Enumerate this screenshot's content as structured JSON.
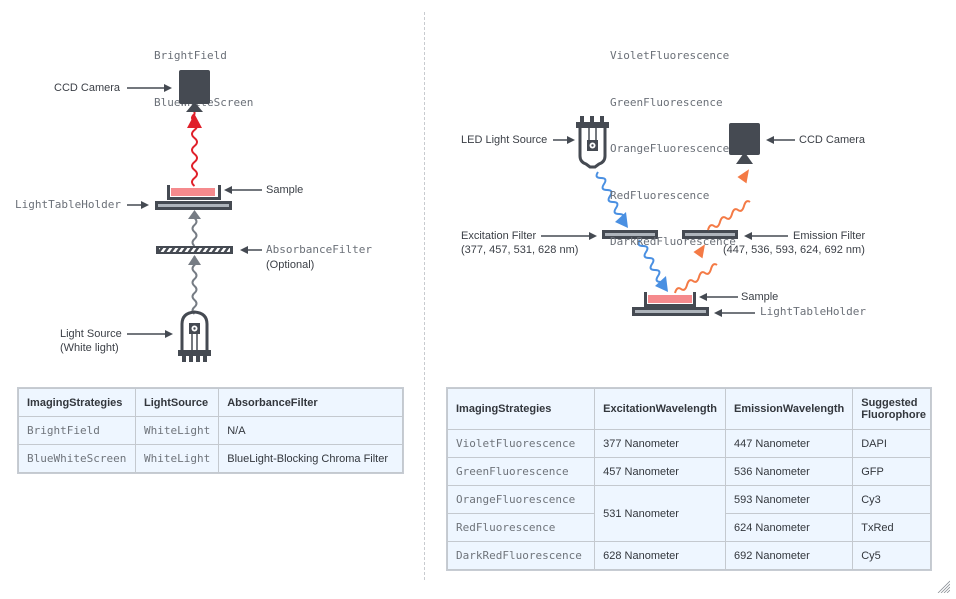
{
  "left_panel": {
    "strategies": [
      "BrightField",
      "BlueWhiteScreen"
    ],
    "labels": {
      "ccd_camera": "CCD Camera",
      "sample": "Sample",
      "light_table_holder": "LightTableHolder",
      "absorbance_filter": "AbsorbanceFilter",
      "absorbance_filter_note": "(Optional)",
      "light_source": "Light Source",
      "light_source_note": "(White light)"
    },
    "table": {
      "headers": [
        "ImagingStrategies",
        "LightSource",
        "AbsorbanceFilter"
      ],
      "rows": [
        [
          "BrightField",
          "WhiteLight",
          "N/A"
        ],
        [
          "BlueWhiteScreen",
          "WhiteLight",
          "BlueLight-Blocking Chroma Filter"
        ]
      ]
    }
  },
  "right_panel": {
    "strategies": [
      "VioletFluorescence",
      "GreenFluorescence",
      "OrangeFluorescence",
      "RedFluorescence",
      "DarkRedFluorescence"
    ],
    "labels": {
      "led_light_source": "LED Light Source",
      "ccd_camera": "CCD Camera",
      "excitation_filter": "Excitation Filter",
      "excitation_filter_values": "(377, 457, 531, 628 nm)",
      "emission_filter": "Emission Filter",
      "emission_filter_values": "(447, 536, 593, 624, 692 nm)",
      "sample": "Sample",
      "light_table_holder": "LightTableHolder"
    },
    "table": {
      "headers": [
        "ImagingStrategies",
        "ExcitationWavelength",
        "EmissionWavelength",
        "Suggested Fluorophore"
      ],
      "rows": [
        [
          "VioletFluorescence",
          "377 Nanometer",
          "447 Nanometer",
          "DAPI"
        ],
        [
          "GreenFluorescence",
          "457 Nanometer",
          "536 Nanometer",
          "GFP"
        ],
        [
          "OrangeFluorescence",
          "531 Nanometer",
          "593 Nanometer",
          "Cy3"
        ],
        [
          "RedFluorescence",
          "",
          "624 Nanometer",
          "TxRed"
        ],
        [
          "DarkRedFluorescence",
          "628 Nanometer",
          "692 Nanometer",
          "Cy5"
        ]
      ]
    }
  },
  "colors": {
    "device": "#454a52",
    "device_light": "#aeb4bb",
    "red_emission": "#e0202a",
    "grey_light": "#767c84",
    "blue_excitation": "#4a90e2",
    "orange_emission": "#f47a45",
    "sample": "#f58a8d",
    "table_bg": "#eef6ff",
    "divider": "#c8cbcf"
  }
}
